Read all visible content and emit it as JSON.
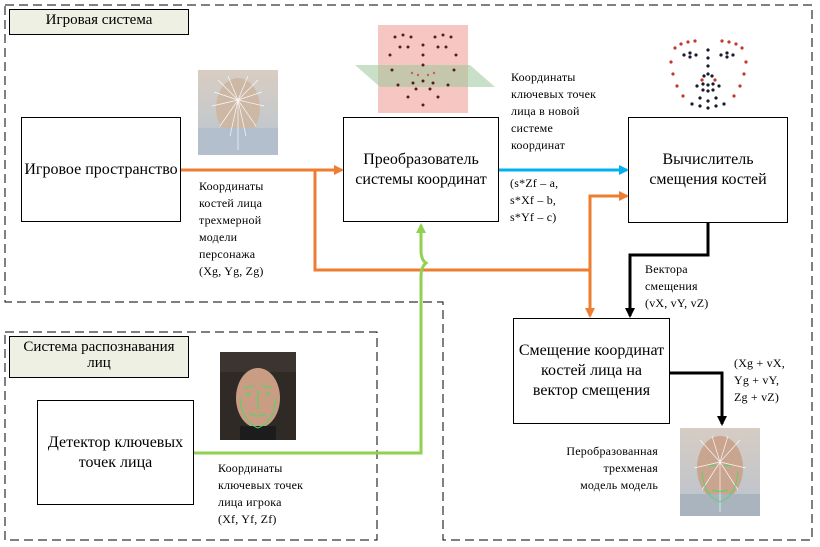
{
  "regions": {
    "game_system": "Игровая система",
    "face_recognition_system": "Система распознавания лиц"
  },
  "boxes": {
    "game_space": "Игровое пространство",
    "coordinate_converter": "Преобразователь системы координат",
    "bone_offset_calculator": "Вычислитель смещения костей",
    "bone_shift": "Смещение координат костей лица на вектор смещения",
    "keypoint_detector": "Детектор ключевых точек лица"
  },
  "labels": {
    "character_bones": [
      "Координаты",
      "костей лица",
      "трехмерной",
      "модели",
      "персонажа",
      "(Xg, Yg, Zg)"
    ],
    "new_system_keypoints": [
      "Координаты",
      "ключевых точек",
      "лица в новой",
      "системе",
      "координат"
    ],
    "formula": [
      "(s*Zf – a,",
      "s*Xf – b,",
      "s*Yf – c)"
    ],
    "offset_vectors": [
      "Вектора",
      "смещения",
      "(vX, vY, vZ)"
    ],
    "result_coords": [
      "(Xg + vX,",
      "Yg + vY,",
      "Zg + vZ)"
    ],
    "player_keypoints": [
      "Координаты",
      "ключевых точек",
      "лица игрока",
      "(Xf, Yf, Zf)"
    ],
    "transformed_model": [
      "Перобразованная",
      "трехменая",
      "модель модель"
    ]
  },
  "colors": {
    "orange": "#ed7d31",
    "green": "#92d050",
    "blue": "#00b0f0",
    "black": "#000000",
    "region_fill": "#eef0e4"
  }
}
